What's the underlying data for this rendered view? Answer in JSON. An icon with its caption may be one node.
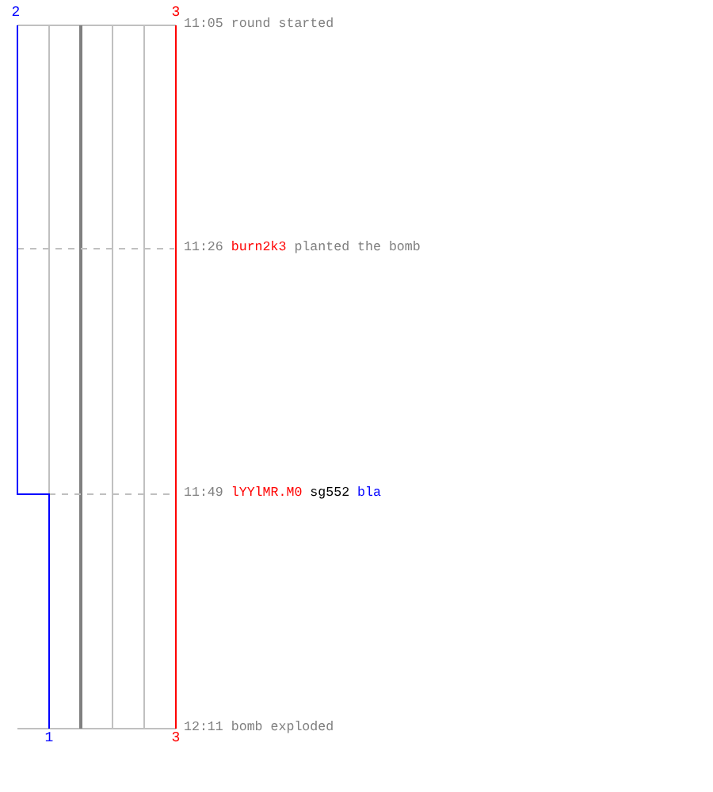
{
  "diagram": {
    "labels": [
      "2",
      "3",
      "11:05",
      "round started",
      "11:26",
      "burn2k3",
      "planted the bomb",
      "11:49",
      "lYYlMR.M0",
      "sg552",
      "bla",
      "1",
      "3",
      "12:11",
      "bomb exploded"
    ]
  }
}
